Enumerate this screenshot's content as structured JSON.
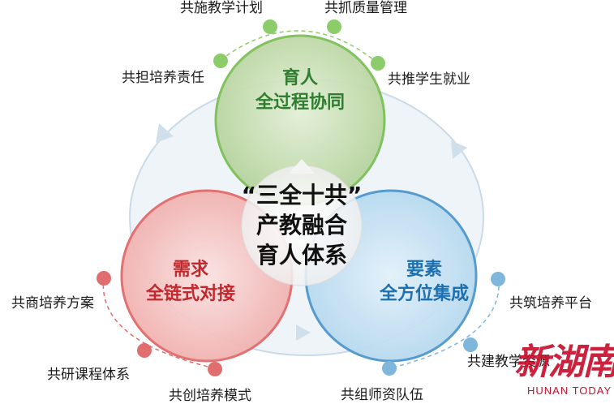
{
  "colors": {
    "green": "#2f7d2f",
    "red": "#c2282d",
    "blue": "#1e6fae",
    "green_fill": "#b9d6a3",
    "red_fill": "#f2b7b5",
    "blue_fill": "#bcdcf1",
    "green_dot": "#8ccc6a",
    "red_dot": "#e06e6e",
    "blue_dot": "#7fb6dc",
    "watermark": "#c8102e"
  },
  "center": {
    "line1": "“三全十共”",
    "line2": "产教融合",
    "line3": "育人体系"
  },
  "circles": {
    "top": {
      "line1": "育人",
      "line2": "全过程协同"
    },
    "left": {
      "line1": "需求",
      "line2": "全链式对接"
    },
    "right": {
      "line1": "要素",
      "line2": "全方位集成"
    }
  },
  "labels": {
    "top": [
      "共担培养责任",
      "共施教学计划",
      "共抓质量管理",
      "共推学生就业"
    ],
    "left": [
      "共商培养方案",
      "共研课程体系",
      "共创培养模式"
    ],
    "right": [
      "共筑培养平台",
      "共建教学资源",
      "共组师资队伍"
    ]
  },
  "watermark": {
    "cn": "新湖南",
    "en": "HUNAN TODAY"
  }
}
